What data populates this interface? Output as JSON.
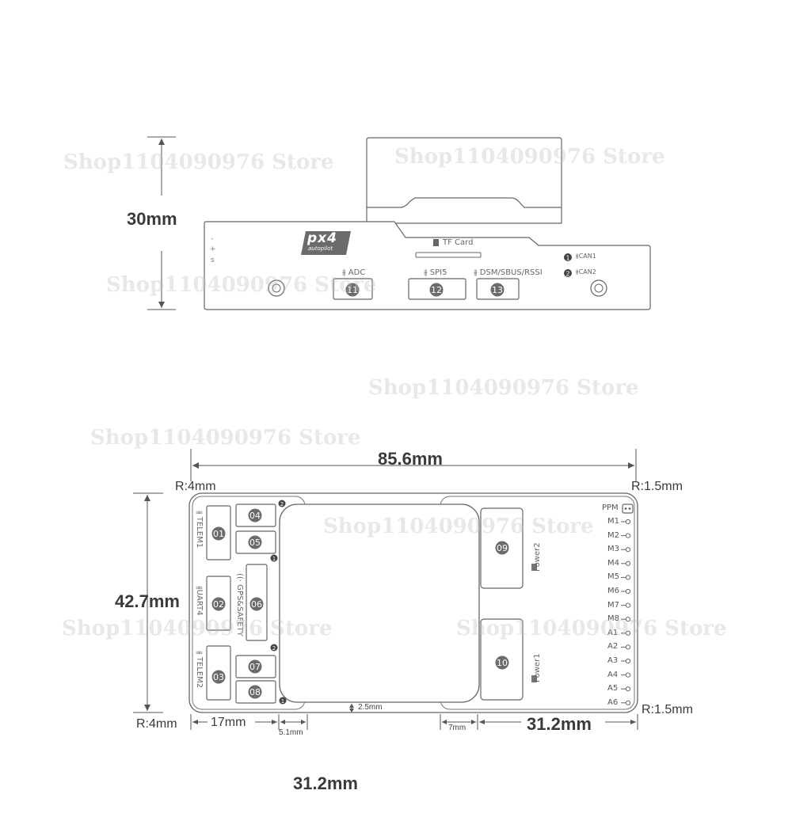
{
  "watermark": "Shop1104090976 Store",
  "side_view": {
    "height_dim": "30mm",
    "pins": [
      "-",
      "+",
      "s"
    ],
    "logo_text": "px4",
    "logo_sub": "autopilot",
    "tf_card": "TF Card",
    "ports": [
      {
        "label": "ADC",
        "number": "11"
      },
      {
        "label": "SPI5",
        "number": "12"
      },
      {
        "label": "DSM/SBUS/RSSI",
        "number": "13"
      }
    ],
    "can": [
      {
        "num": "1",
        "label": "CAN1"
      },
      {
        "num": "2",
        "label": "CAN2"
      }
    ]
  },
  "top_view": {
    "width_dim": "85.6mm",
    "height_dim": "42.7mm",
    "radius_tl": "R:4mm",
    "radius_tr": "R:1.5mm",
    "radius_bl": "R:4mm",
    "radius_br": "R:1.5mm",
    "dim_17": "17mm",
    "dim_5_1": "5.1mm",
    "dim_2_5": "2.5mm",
    "dim_7": "7mm",
    "dim_31_2_right": "31.2mm",
    "dim_31_2_bottom": "31.2mm",
    "left_ports": [
      "TELEM1",
      "UART4",
      "TELEM2"
    ],
    "gps_label": "GPS&SAFETY",
    "numbers": [
      "01",
      "02",
      "03",
      "04",
      "05",
      "06",
      "07",
      "08",
      "09",
      "10"
    ],
    "power": [
      "Power2",
      "Power1"
    ],
    "ppm": "PPM",
    "pins": [
      "M1",
      "M2",
      "M3",
      "M4",
      "M5",
      "M6",
      "M7",
      "M8",
      "A1",
      "A2",
      "A3",
      "A4",
      "A5",
      "A6"
    ],
    "bullets": [
      "1",
      "2"
    ]
  }
}
